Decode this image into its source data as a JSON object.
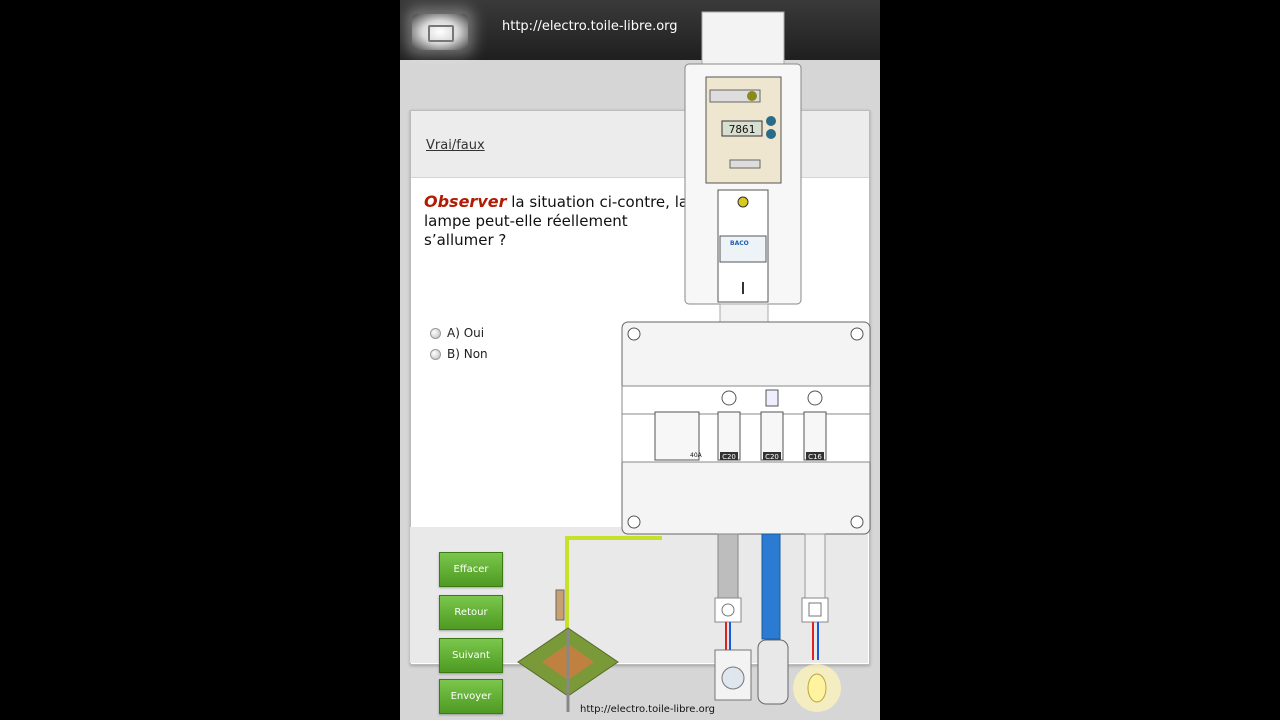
{
  "header": {
    "url": "http://electro.toile-libre.org"
  },
  "quiz": {
    "type_label": "Vrai/faux",
    "question_emphasis": "Observer",
    "question_rest": " la situation ci-contre, la lampe peut-elle réellement s’allumer ?",
    "options": [
      {
        "label": "A) Oui"
      },
      {
        "label": "B) Non"
      }
    ]
  },
  "buttons": {
    "clear": "Effacer",
    "back": "Retour",
    "next": "Suivant",
    "send": "Envoyer"
  },
  "footer": {
    "url": "http://electro.toile-libre.org"
  },
  "illustration": {
    "meter_reading": "7861",
    "breaker_ratings": [
      "C20",
      "C20",
      "C16"
    ],
    "main_breaker_rating": "40A",
    "brand_label": "BACO"
  },
  "colors": {
    "accent": "#b11c06",
    "button_green": "#5fa92f",
    "ground_wire": "#c7e02a"
  }
}
